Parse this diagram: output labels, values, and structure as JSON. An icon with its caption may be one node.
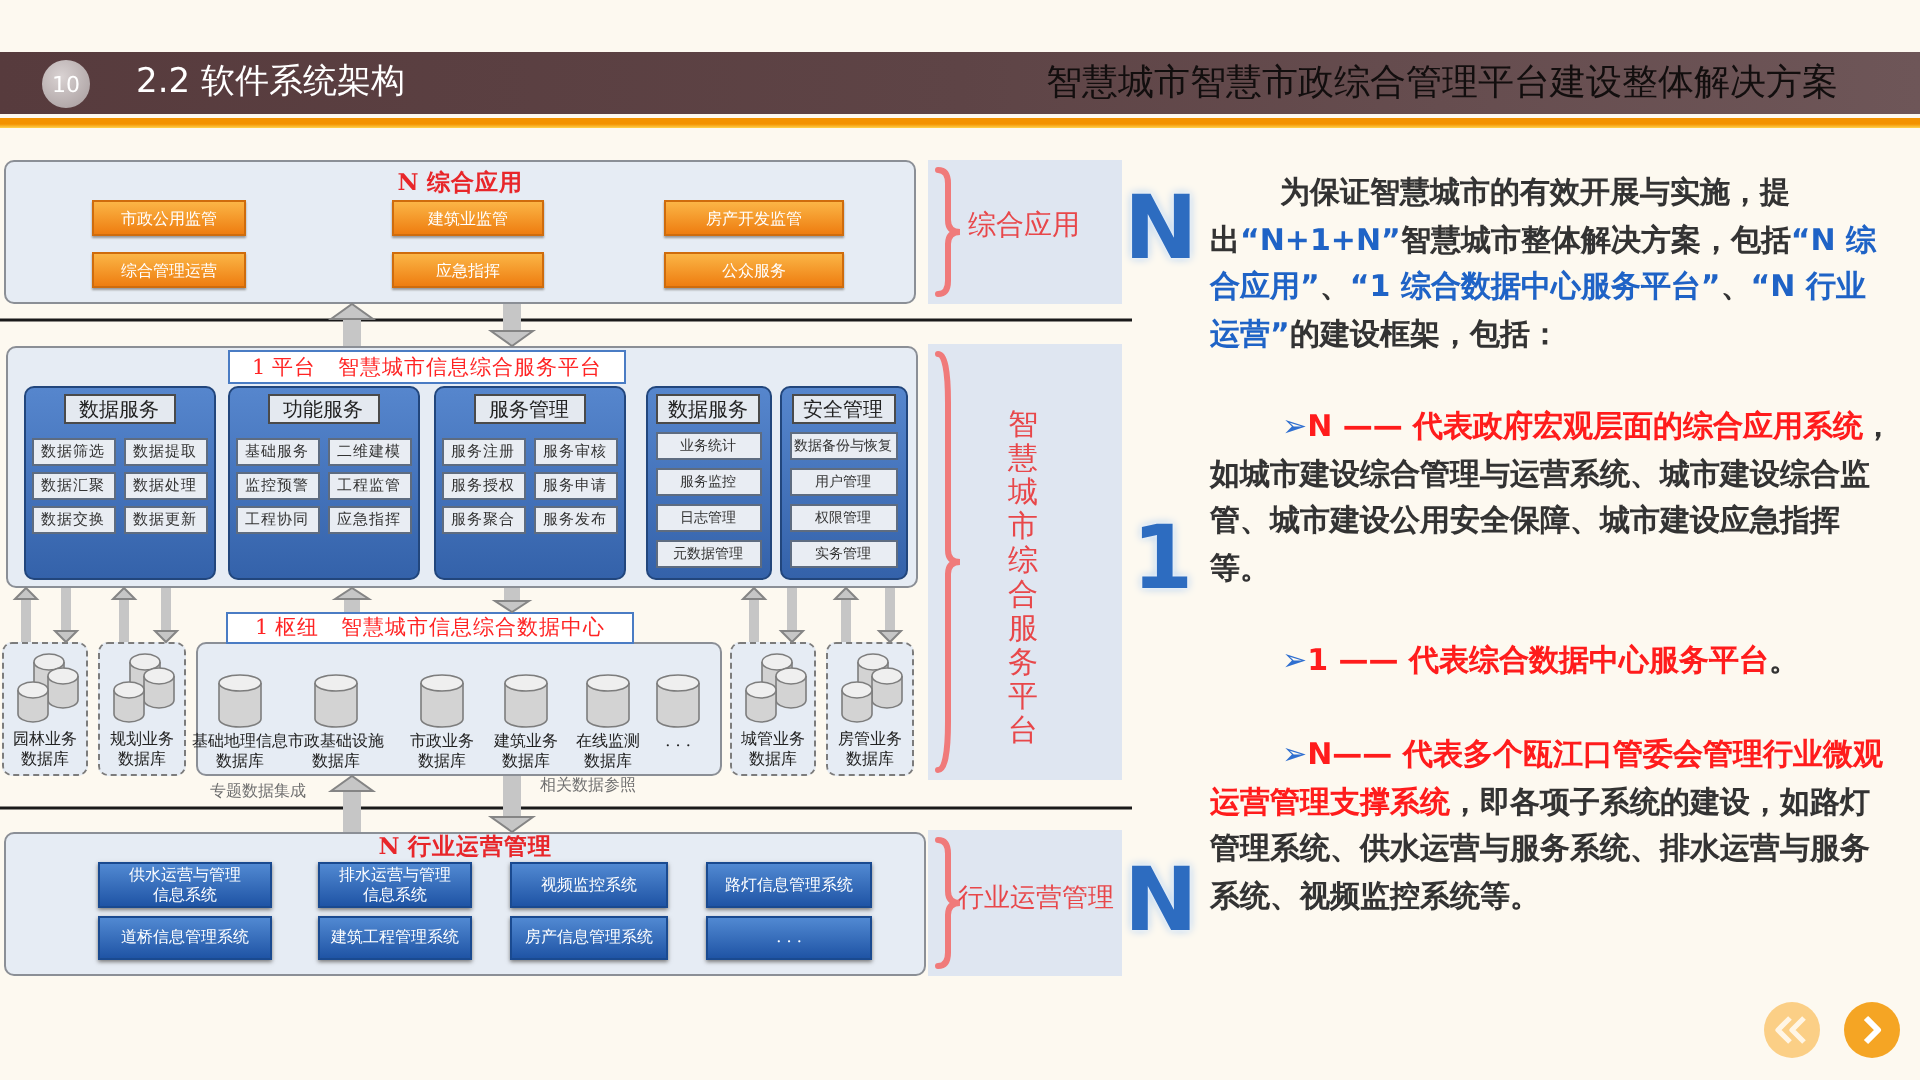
{
  "diagram": {
    "title": "2.2 软件系统架构",
    "nodes": [
      {
        "text": [
          "N 综合应用"
        ]
      },
      {
        "text": [
          "市政公用监管"
        ],
        "in": 0
      },
      {
        "text": [
          "建筑业监管"
        ],
        "in": 0
      },
      {
        "text": [
          "房产开发监管"
        ],
        "in": 0
      },
      {
        "text": [
          "综合管理运营"
        ],
        "in": 0
      },
      {
        "text": [
          "应急指挥"
        ],
        "in": 0
      },
      {
        "text": [
          "公众服务"
        ],
        "in": 0
      },
      {
        "text": [
          "综合应用"
        ],
        "beside": [
          "N"
        ]
      },
      {
        "text": [
          "1 平台　智慧城市信息综合服务平台"
        ]
      },
      {
        "text": [
          "数据服务"
        ],
        "in": 8
      },
      {
        "text": [
          "数据筛选"
        ],
        "in": 9
      },
      {
        "text": [
          "数据提取"
        ],
        "in": 9
      },
      {
        "text": [
          "数据汇聚"
        ],
        "in": 9
      },
      {
        "text": [
          "数据处理"
        ],
        "in": 9
      },
      {
        "text": [
          "数据交换"
        ],
        "in": 9
      },
      {
        "text": [
          "数据更新"
        ],
        "in": 9
      },
      {
        "text": [
          "功能服务"
        ],
        "in": 8
      },
      {
        "text": [
          "基础服务"
        ],
        "in": 16
      },
      {
        "text": [
          "二维建模"
        ],
        "in": 16
      },
      {
        "text": [
          "监控预警"
        ],
        "in": 16
      },
      {
        "text": [
          "工程监管"
        ],
        "in": 16
      },
      {
        "text": [
          "工程协同"
        ],
        "in": 16
      },
      {
        "text": [
          "应急指挥"
        ],
        "in": 16
      },
      {
        "text": [
          "服务管理"
        ],
        "in": 8
      },
      {
        "text": [
          "服务注册"
        ],
        "in": 23
      },
      {
        "text": [
          "服务审核"
        ],
        "in": 23
      },
      {
        "text": [
          "服务授权"
        ],
        "in": 23
      },
      {
        "text": [
          "服务申请"
        ],
        "in": 23
      },
      {
        "text": [
          "服务聚合"
        ],
        "in": 23
      },
      {
        "text": [
          "服务发布"
        ],
        "in": 23
      },
      {
        "text": [
          "数据服务"
        ],
        "in": 8
      },
      {
        "text": [
          "业务统计"
        ],
        "in": 30
      },
      {
        "text": [
          "服务监控"
        ],
        "in": 30
      },
      {
        "text": [
          "日志管理"
        ],
        "in": 30
      },
      {
        "text": [
          "元数据管理"
        ],
        "in": 30
      },
      {
        "text": [
          "安全管理"
        ],
        "in": 8
      },
      {
        "text": [
          "数据备份与恢复"
        ],
        "in": 35
      },
      {
        "text": [
          "用户管理"
        ],
        "in": 35
      },
      {
        "text": [
          "权限管理"
        ],
        "in": 35
      },
      {
        "text": [
          "实务管理"
        ],
        "in": 35
      },
      {
        "text": [
          "智慧城市综合服务平台"
        ],
        "beside": [
          "1"
        ]
      },
      {
        "text": [
          "园林业务数据库"
        ]
      },
      {
        "text": [
          "规划业务数据库"
        ]
      },
      {
        "text": [
          "1 枢纽　智慧城市信息综合数据中心"
        ]
      },
      {
        "text": [
          "基础地理信息数据库"
        ],
        "in": 43
      },
      {
        "text": [
          "市政基础设施数据库"
        ],
        "in": 43
      },
      {
        "text": [
          "市政业务数据库"
        ],
        "in": 43
      },
      {
        "text": [
          "建筑业务数据库"
        ],
        "in": 43
      },
      {
        "text": [
          "在线监测数据库"
        ],
        "in": 43
      },
      {
        "text": [
          ". . ."
        ],
        "in": 43
      },
      {
        "text": [
          "城管业务数据库"
        ]
      },
      {
        "text": [
          "房管业务数据库"
        ]
      },
      {
        "text": [
          "N 行业运营管理"
        ]
      },
      {
        "text": [
          "供水运营与管理信息系统"
        ],
        "in": 52
      },
      {
        "text": [
          "排水运营与管理信息系统"
        ],
        "in": 52
      },
      {
        "text": [
          "视频监控系统"
        ],
        "in": 52
      },
      {
        "text": [
          "路灯信息管理系统"
        ],
        "in": 52
      },
      {
        "text": [
          "道桥信息管理系统"
        ],
        "in": 52
      },
      {
        "text": [
          "建筑工程管理系统"
        ],
        "in": 52
      },
      {
        "text": [
          "房产信息管理系统"
        ],
        "in": 52
      },
      {
        "text": [
          ". . ."
        ],
        "in": 52
      },
      {
        "text": [
          "行业运营管理"
        ],
        "beside": [
          "N"
        ]
      }
    ],
    "edges": [
      {
        "from": 8,
        "to": 0,
        "arrow": "to"
      },
      {
        "from": 0,
        "to": 8,
        "arrow": "to"
      },
      {
        "from": 43,
        "to": 8,
        "arrow": "to"
      },
      {
        "from": 8,
        "to": 43,
        "arrow": "to"
      },
      {
        "from": 52,
        "to": 43,
        "arrow": "to",
        "label": "专题数据集成"
      },
      {
        "from": 43,
        "to": 52,
        "arrow": "to",
        "label": "相关数据参照"
      },
      {
        "from": 41,
        "to": 8,
        "arrow": "to"
      },
      {
        "from": 8,
        "to": 41,
        "arrow": "to"
      },
      {
        "from": 42,
        "to": 8,
        "arrow": "to"
      },
      {
        "from": 8,
        "to": 42,
        "arrow": "to"
      },
      {
        "from": 50,
        "to": 8,
        "arrow": "to"
      },
      {
        "from": 8,
        "to": 50,
        "arrow": "to"
      },
      {
        "from": 51,
        "to": 8,
        "arrow": "to"
      },
      {
        "from": 8,
        "to": 51,
        "arrow": "to"
      }
    ],
    "labels": [
      "10",
      "智慧城市智慧市政综合管理平台建设整体解决方案",
      "为保证智慧城市的有效开展与实施，提出**“N+1+N”**智慧城市整体解决方案，包括**“N 综合应用”**、**“1 综合数据中心服务平台”**、**“N 行业运营”**的建设框架，包括：",
      "➢**N —— 代表政府宏观层面的综合应用系统**，如城市建设综合管理与运营系统、城市建设综合监管、城市建设公用安全保障、城市建设应急指挥等。",
      "➢**1 —— 代表综合数据中心服务平台**。",
      "➢**N—— 代表多个瓯江口管委会管理行业微观运营管理支撑系统**，即各项子系统的建设，如路灯管理系统、供水运营与服务系统、排水运营与服务系统、视频监控系统等。"
    ]
  }
}
